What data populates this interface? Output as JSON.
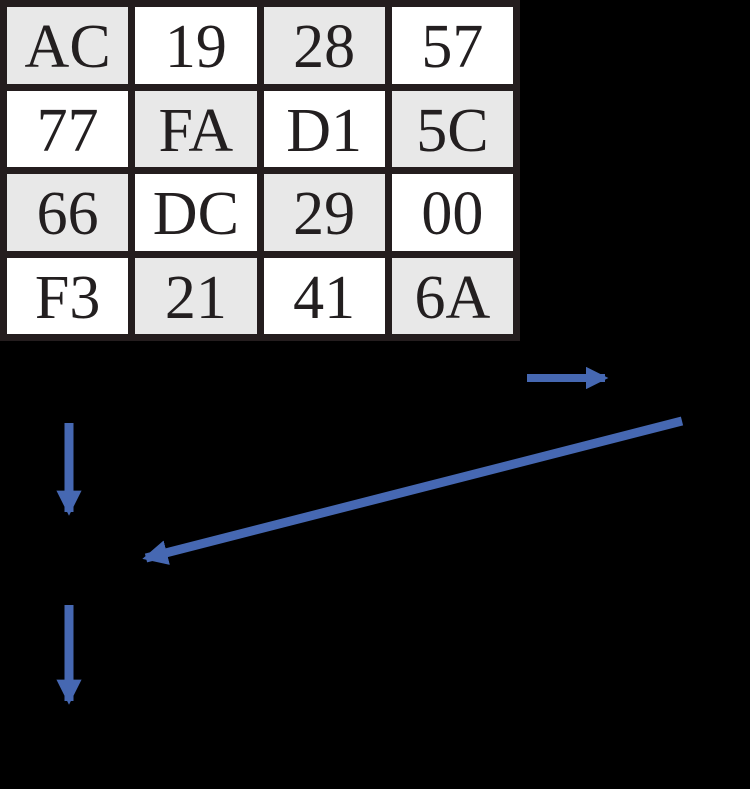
{
  "table": {
    "rows": [
      [
        "AC",
        "19",
        "28",
        "57"
      ],
      [
        "77",
        "FA",
        "D1",
        "5C"
      ],
      [
        "66",
        "DC",
        "29",
        "00"
      ],
      [
        "F3",
        "21",
        "41",
        "6A"
      ]
    ],
    "shading_pattern": "checkerboard-gray-on-even-sum"
  },
  "arrows": [
    {
      "id": "arrow-right",
      "direction": "right"
    },
    {
      "id": "arrow-down-upper",
      "direction": "down"
    },
    {
      "id": "arrow-diagonal",
      "direction": "down-left"
    },
    {
      "id": "arrow-down-lower",
      "direction": "down"
    }
  ],
  "colors": {
    "background": "#000000",
    "cell_plain": "#ffffff",
    "cell_shaded": "#e8e8e8",
    "table_border": "#241d1e",
    "cell_text": "#231f20",
    "arrow_blue": "#4668b2"
  }
}
